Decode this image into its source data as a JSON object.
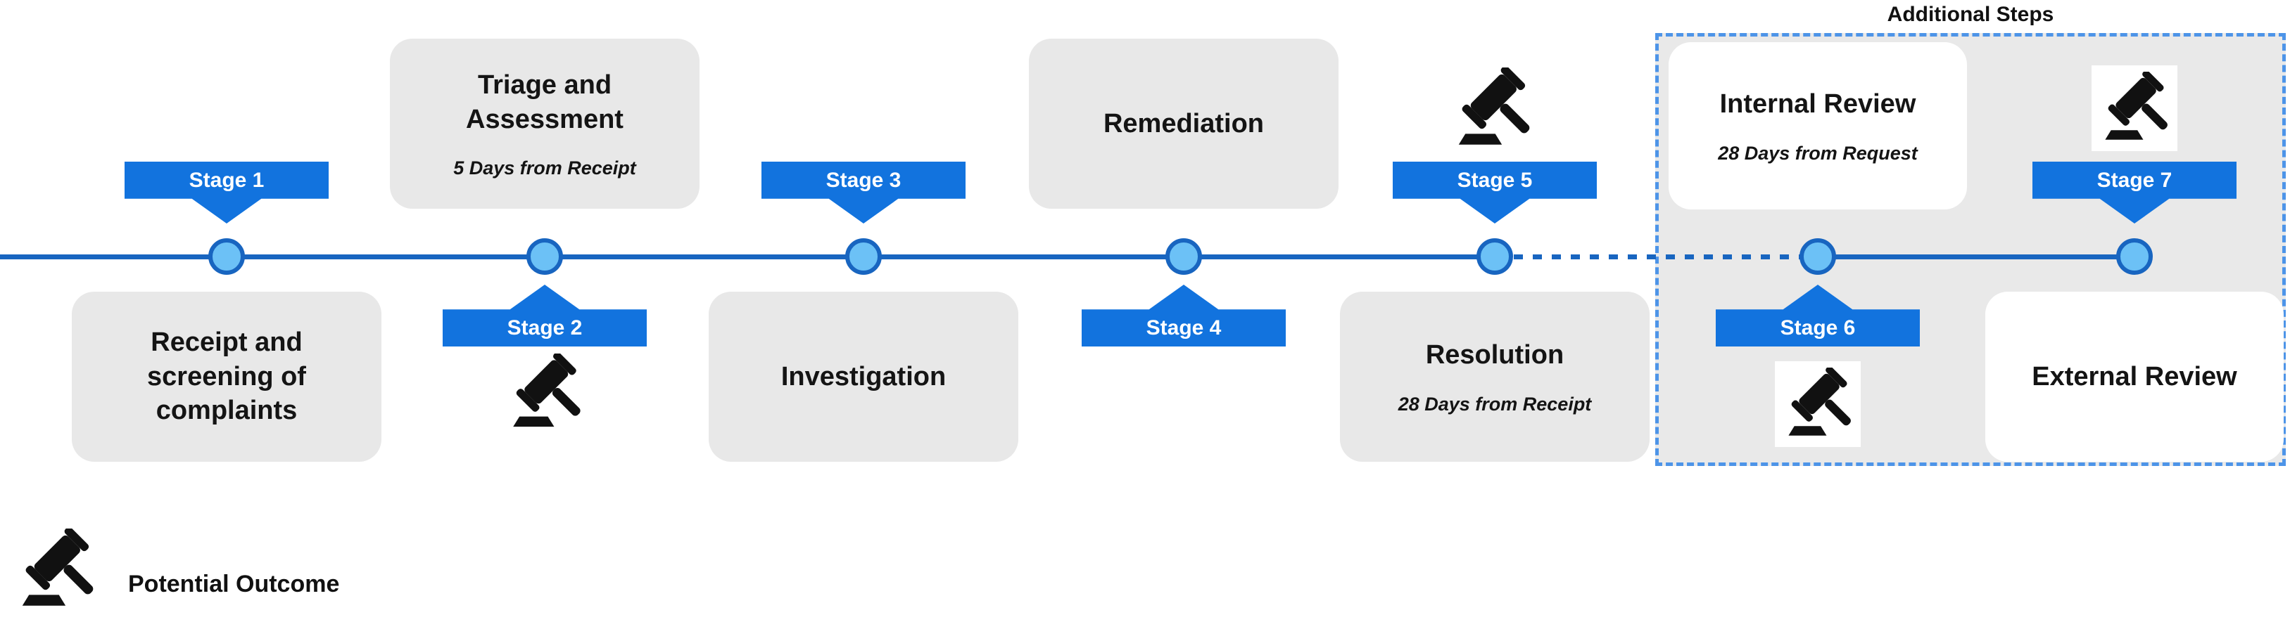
{
  "additional_steps": {
    "label": "Additional Steps"
  },
  "stages": [
    {
      "label": "Stage 1",
      "position": "above-line"
    },
    {
      "label": "Stage 2",
      "position": "below-line"
    },
    {
      "label": "Stage 3",
      "position": "above-line"
    },
    {
      "label": "Stage 4",
      "position": "below-line"
    },
    {
      "label": "Stage 5",
      "position": "above-line"
    },
    {
      "label": "Stage 6",
      "position": "below-line"
    },
    {
      "label": "Stage 7",
      "position": "above-line"
    }
  ],
  "milestones": [
    {
      "title": "Receipt and screening of complaints"
    },
    {
      "title": "Triage and Assessment",
      "subtitle": "5 Days from Receipt"
    },
    {
      "title": "Investigation"
    },
    {
      "title": "Remediation"
    },
    {
      "title": "Resolution",
      "subtitle": "28 Days from Receipt"
    },
    {
      "title": "Internal Review",
      "subtitle": "28 Days from Request"
    },
    {
      "title": "External Review"
    }
  ],
  "legend": {
    "label": "Potential Outcome",
    "icon": "gavel-icon"
  },
  "potential_outcome_stages": [
    "Stage 2",
    "Stage 5",
    "Stage 6",
    "Stage 7"
  ],
  "colors": {
    "banner_blue": "#1273de",
    "timeline_blue": "#1865c0",
    "node_fill": "#6cc1f6",
    "box_gray": "#e8e8e8",
    "additional_steps_fill": "#e9e9e9",
    "dashed_border_blue": "#4d94e8",
    "text_black": "#141414",
    "white": "#ffffff"
  }
}
